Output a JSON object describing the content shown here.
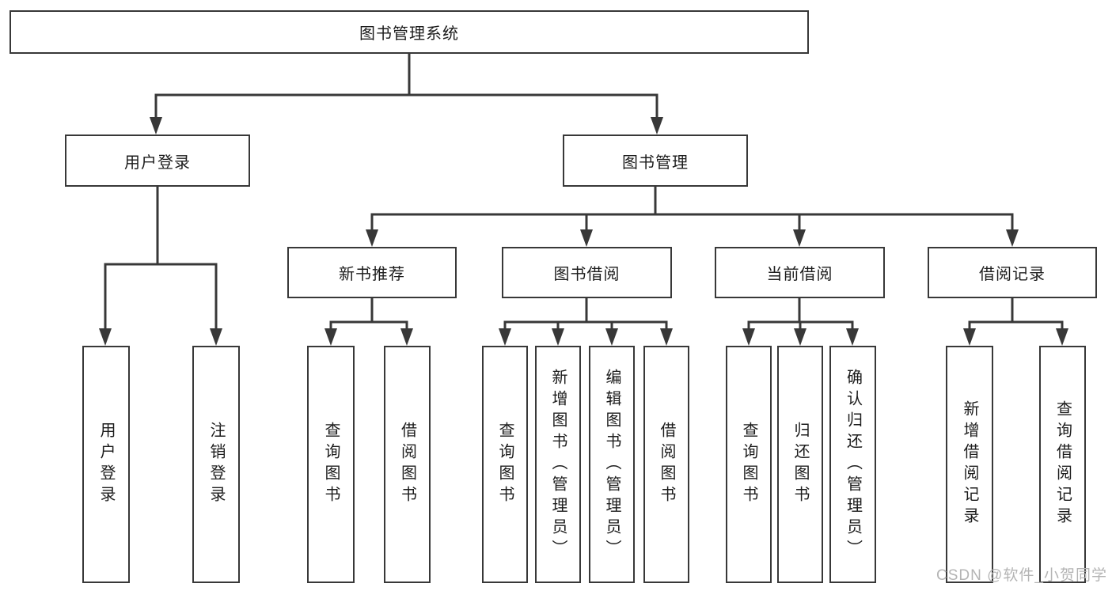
{
  "diagram": {
    "title": "图书管理系统",
    "colors": {
      "line": "#383838",
      "box_border": "#383838",
      "text": "#1c1c1c",
      "watermark": "#b4b4b4",
      "background": "#ffffff"
    },
    "nodes": {
      "root": {
        "label": "图书管理系统"
      },
      "user_login": {
        "label": "用户登录"
      },
      "book_mgmt": {
        "label": "图书管理"
      },
      "new_book_rec": {
        "label": "新书推荐"
      },
      "book_borrow": {
        "label": "图书借阅"
      },
      "current_borrow": {
        "label": "当前借阅"
      },
      "borrow_records": {
        "label": "借阅记录"
      },
      "leaf_user_login": {
        "label": "用户登录"
      },
      "leaf_logout": {
        "label": "注销登录"
      },
      "leaf_query_book_rec": {
        "label": "查询图书"
      },
      "leaf_borrow_book_rec": {
        "label": "借阅图书"
      },
      "leaf_query_book_borrow": {
        "label": "查询图书"
      },
      "leaf_add_book": {
        "label": "新增图书（管理员）"
      },
      "leaf_edit_book": {
        "label": "编辑图书（管理员）"
      },
      "leaf_borrow_book_borrow": {
        "label": "借阅图书"
      },
      "leaf_query_book_current": {
        "label": "查询图书"
      },
      "leaf_return_book": {
        "label": "归还图书"
      },
      "leaf_confirm_return": {
        "label": "确认归还（管理员）"
      },
      "leaf_add_borrow_record": {
        "label": "新增借阅记录"
      },
      "leaf_query_borrow_record": {
        "label": "查询借阅记录"
      }
    },
    "hierarchy": {
      "图书管理系统": {
        "用户登录": [
          "用户登录",
          "注销登录"
        ],
        "图书管理": {
          "新书推荐": [
            "查询图书",
            "借阅图书"
          ],
          "图书借阅": [
            "查询图书",
            "新增图书（管理员）",
            "编辑图书（管理员）",
            "借阅图书"
          ],
          "当前借阅": [
            "查询图书",
            "归还图书",
            "确认归还（管理员）"
          ],
          "借阅记录": [
            "新增借阅记录",
            "查询借阅记录"
          ]
        }
      }
    },
    "watermark": {
      "text": "CSDN @软件_小贺同学"
    }
  }
}
